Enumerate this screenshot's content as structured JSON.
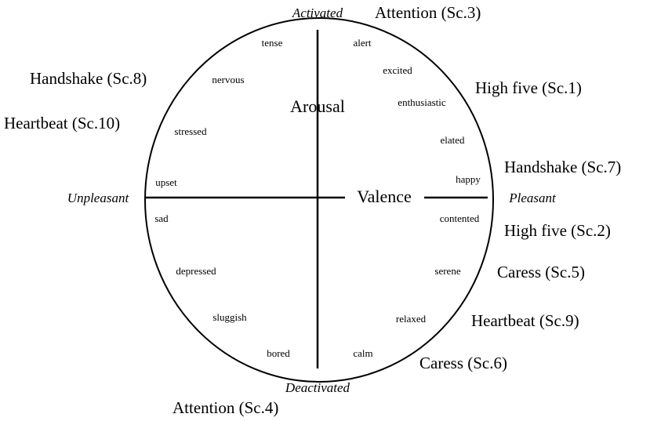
{
  "axes": {
    "top": "Activated",
    "bottom": "Deactivated",
    "left": "Unpleasant",
    "right": "Pleasant"
  },
  "dimensions": {
    "vertical": "Arousal",
    "horizontal": "Valence"
  },
  "emotions": {
    "tense": "tense",
    "alert": "alert",
    "nervous": "nervous",
    "excited": "excited",
    "enthusiastic": "enthusiastic",
    "stressed": "stressed",
    "elated": "elated",
    "upset": "upset",
    "happy": "happy",
    "sad": "sad",
    "contented": "contented",
    "depressed": "depressed",
    "serene": "serene",
    "sluggish": "sluggish",
    "relaxed": "relaxed",
    "bored": "bored",
    "calm": "calm"
  },
  "scenarios": {
    "sc3": "Attention (Sc.3)",
    "sc8": "Handshake (Sc.8)",
    "sc1": "High five (Sc.1)",
    "sc10": "Heartbeat (Sc.10)",
    "sc7": "Handshake (Sc.7)",
    "sc2": "High five (Sc.2)",
    "sc5": "Caress (Sc.5)",
    "sc9": "Heartbeat (Sc.9)",
    "sc6": "Caress (Sc.6)",
    "sc4": "Attention (Sc.4)"
  }
}
